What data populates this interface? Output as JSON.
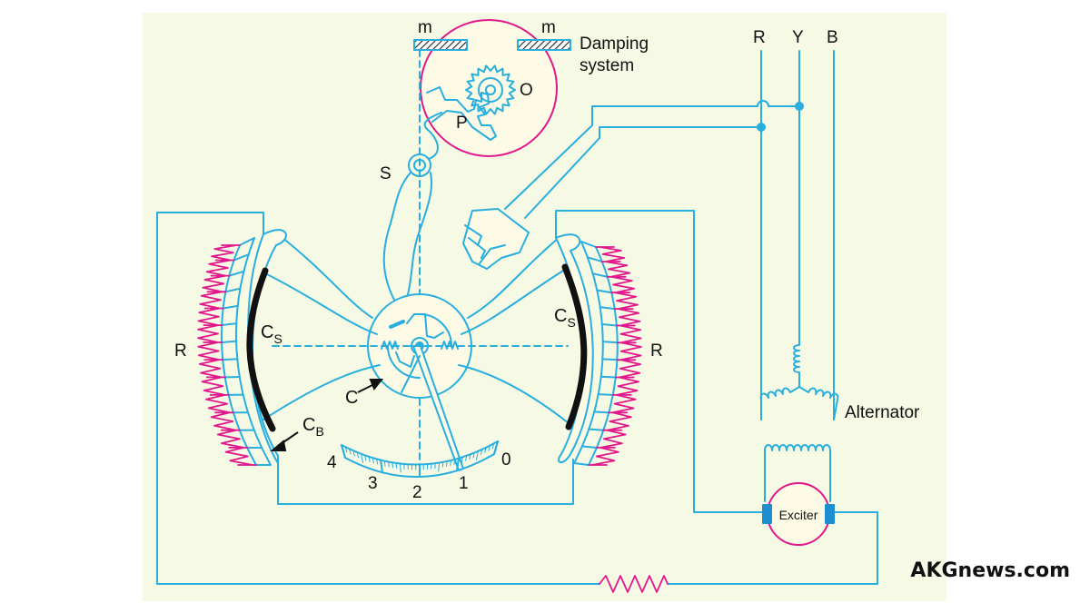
{
  "diagram": {
    "labels": {
      "magnet_left": "m",
      "magnet_right": "m",
      "damping_line1": "Damping",
      "damping_line2": "system",
      "gear_O": "O",
      "pinion_P": "P",
      "spring_S": "S",
      "phase_R": "R",
      "phase_Y": "Y",
      "phase_B": "B",
      "coil_left_sub": "S",
      "coil_right_sub": "S",
      "resistor_left": "R",
      "resistor_right": "R",
      "coil_C": "C",
      "coil_CB_main": "C",
      "coil_CB_sub": "B",
      "alternator": "Alternator",
      "exciter": "Exciter",
      "scale": [
        "4",
        "3",
        "2",
        "1",
        "0"
      ]
    },
    "colors": {
      "background": "#f6f9e4",
      "wire": "#29aee0",
      "resistor": "#e0188c",
      "damping_fill": "#fdfbe6",
      "coil_band": "#111111",
      "terminal": "#1d8fcf"
    }
  },
  "watermark": "AKGnews.com"
}
